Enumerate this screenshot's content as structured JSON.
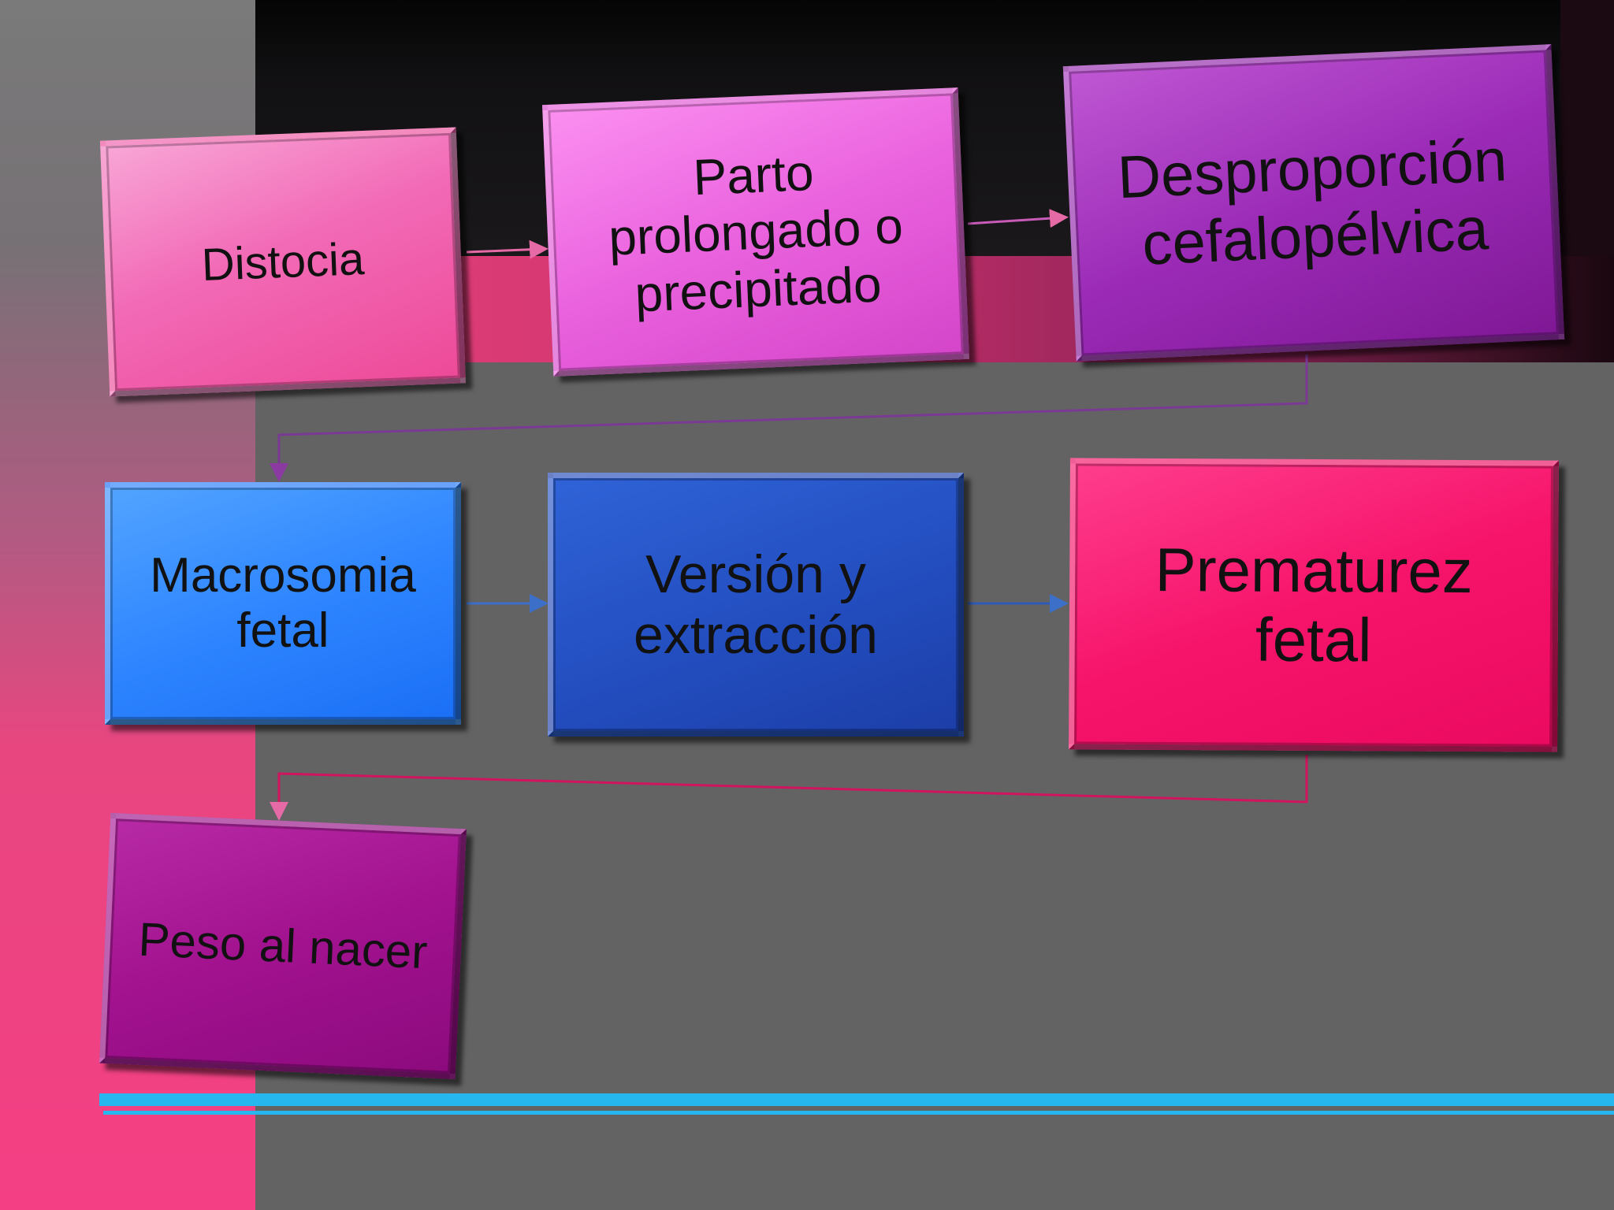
{
  "diagram": {
    "boxes": {
      "distocia": "Distocia",
      "parto": [
        "Parto",
        "prolongado o",
        "precipitado"
      ],
      "desproporcion": [
        "Desproporción",
        "cefalopélvica"
      ],
      "macrosomia": [
        "Macrosomia",
        "fetal"
      ],
      "version": [
        "Versión y",
        "extracción"
      ],
      "prematurez": [
        "Prematurez",
        "fetal"
      ],
      "peso": "Peso al nacer"
    },
    "colors": {
      "accent_rule": "#27b7ef",
      "pink": "#ed4a98",
      "magenta": "#ea62de",
      "purple": "#9b2bb7",
      "blue": "#2f86ff",
      "dark_blue": "#2450c2",
      "hot_pink": "#f6146a",
      "plum": "#a2128f"
    }
  }
}
